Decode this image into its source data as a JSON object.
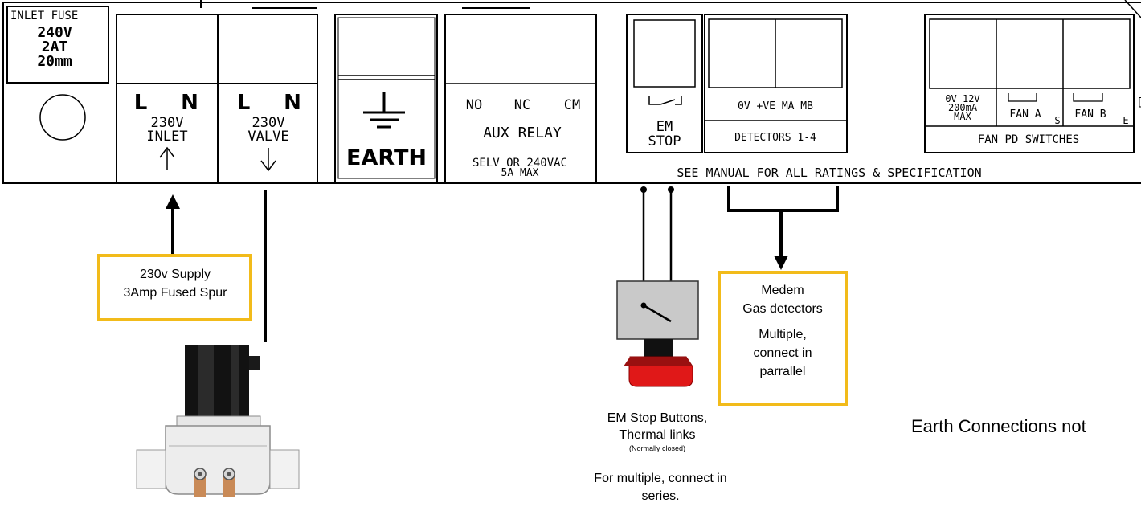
{
  "panel": {
    "fuse": {
      "title": "INLET FUSE",
      "voltage": "240V",
      "rating": "2AT",
      "size": "20mm"
    },
    "inlet": {
      "l": "L",
      "n": "N",
      "voltage": "230V",
      "label": "INLET"
    },
    "valve": {
      "l": "L",
      "n": "N",
      "voltage": "230V",
      "label": "VALVE"
    },
    "earth": {
      "label": "EARTH"
    },
    "aux": {
      "no": "NO",
      "nc": "NC",
      "cm": "CM",
      "label": "AUX RELAY",
      "spec1": "SELV OR 240VAC",
      "spec2": "5A MAX"
    },
    "emstop": {
      "line1": "EM",
      "line2": "STOP"
    },
    "detectors": {
      "terminals": "0V +VE MA MB",
      "label": "DETECTORS 1-4"
    },
    "fan": {
      "power1": "0V 12V",
      "power2": "200mA",
      "power3": "MAX",
      "fan_a": "FAN A",
      "fan_a_suffix": "S",
      "fan_b": "FAN B",
      "fan_b_suffix": "E",
      "label": "FAN PD SWITCHES"
    },
    "manual_note": "SEE MANUAL FOR ALL RATINGS & SPECIFICATION"
  },
  "callouts": {
    "supply": {
      "line1": "230v Supply",
      "line2": "3Amp Fused Spur"
    },
    "detectors": {
      "line1": "Medem",
      "line2": "Gas detectors",
      "line3": "Multiple,",
      "line4": "connect in",
      "line5": "parrallel"
    },
    "emstop": {
      "line1": "EM Stop  Buttons,",
      "line2": "Thermal links",
      "line3": "(Normally closed)",
      "line4": "For multiple, connect in",
      "line5": "series."
    },
    "earth_note": "Earth Connections not"
  },
  "colors": {
    "callout_border": "#f2bb1a",
    "estop_red": "#e01818",
    "line": "#000000",
    "switch_body": "#c9c9c9"
  }
}
